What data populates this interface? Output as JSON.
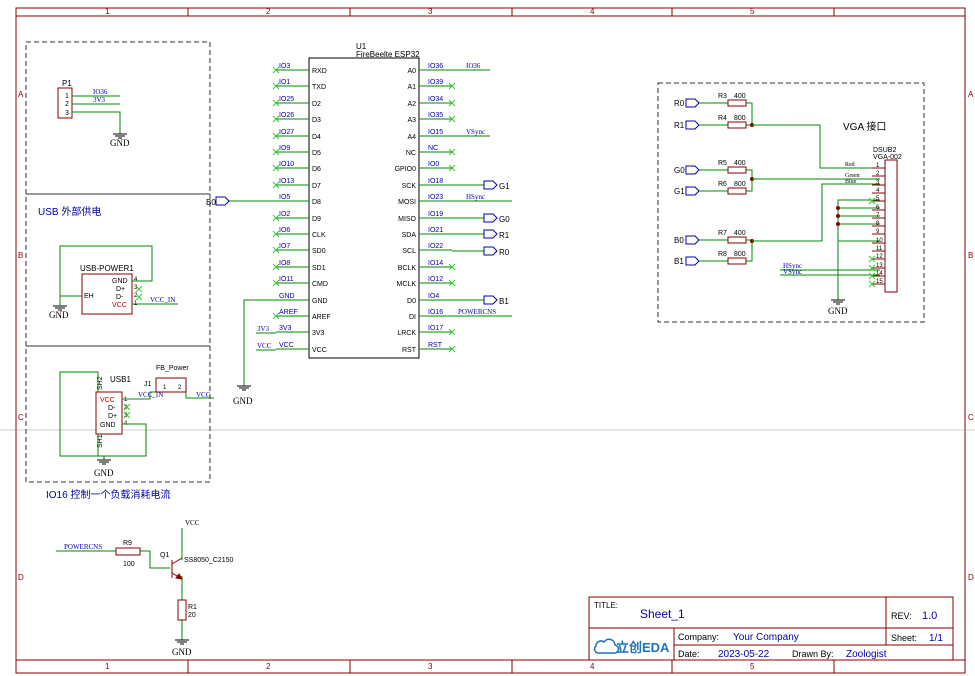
{
  "frame": {
    "col_labels": [
      "1",
      "2",
      "3",
      "4",
      "5"
    ],
    "row_labels": [
      "A",
      "B",
      "C",
      "D"
    ]
  },
  "u1": {
    "ref": "U1",
    "name": "FireBeelte ESP32",
    "left_nets": [
      "IO3",
      "IO1",
      "IO25",
      "IO26",
      "IO27",
      "IO9",
      "IO10",
      "IO13",
      "IO5",
      "IO2",
      "IO6",
      "IO7",
      "IO8",
      "IO11",
      "GND",
      "AREF",
      "3V3",
      "VCC"
    ],
    "left_pins": [
      "RXD",
      "TXD",
      "D2",
      "D3",
      "D4",
      "D5",
      "D6",
      "D7",
      "D8",
      "D9",
      "CLK",
      "SD0",
      "SD1",
      "CMD",
      "GND",
      "AREF",
      "3V3",
      "VCC"
    ],
    "right_nets": [
      "IO36",
      "IO39",
      "IO34",
      "IO35",
      "IO15",
      "NC",
      "IO0",
      "IO18",
      "IO23",
      "IO19",
      "IO21",
      "IO22",
      "IO14",
      "IO12",
      "IO4",
      "IO16",
      "IO17",
      "RST"
    ],
    "right_pins": [
      "A0",
      "A1",
      "A2",
      "A3",
      "A4",
      "NC",
      "GPIO0",
      "SCK",
      "MOSI",
      "MISO",
      "SDA",
      "SCL",
      "BCLK",
      "MCLK",
      "D0",
      "DI",
      "LRCK",
      "RST"
    ],
    "ext_io36": "IO36",
    "ext_3v3": "3V3",
    "ext_vcc": "VCC",
    "gnd": "GND",
    "vsync": "VSync",
    "hsync": "HSync",
    "powercns": "POWERCNS",
    "port_b0": "B0",
    "port_g1": "G1",
    "port_g0": "G0",
    "port_r1": "R1",
    "port_r0": "R0",
    "port_b1": "B1"
  },
  "p1": {
    "ref": "P1",
    "pins": [
      "1",
      "2",
      "3"
    ],
    "net_io36": "IO36",
    "net_3v3": "3V3",
    "gnd": "GND"
  },
  "usb_power": {
    "title": "USB 外部供电",
    "ref": "USB-POWER1",
    "pins": [
      "GND",
      "D+",
      "D-",
      "VCC"
    ],
    "pin_nums": [
      "4",
      "3",
      "2",
      "1"
    ],
    "eh": "EH",
    "net_vcc_in": "VCC_IN",
    "gnd": "GND"
  },
  "usb1": {
    "ref": "USB1",
    "pins": [
      "VCC",
      "D-",
      "D+",
      "GND"
    ],
    "pin_nums": [
      "1",
      "2",
      "3",
      "4"
    ],
    "sh1": "SH1",
    "sh2": "SH2",
    "gnd": "GND",
    "j1": "J1",
    "fb": "FB_Power",
    "j1_pins": [
      "1",
      "2"
    ],
    "net_vcc_in": "VCC_IN",
    "net_vcc": "VCC"
  },
  "load": {
    "title": "IO16 控制一个负载消耗电流",
    "net_powercns": "POWERCNS",
    "vcc": "VCC",
    "r9": "R9",
    "r9_val": "100",
    "q1": "Q1",
    "q1_part": "SS8050_C2150",
    "r1": "R1",
    "r1_val": "20",
    "gnd": "GND"
  },
  "vga": {
    "title": "VGA 接口",
    "resistors": [
      {
        "ref": "R3",
        "val": "400"
      },
      {
        "ref": "R4",
        "val": "800"
      },
      {
        "ref": "R5",
        "val": "400"
      },
      {
        "ref": "R6",
        "val": "800"
      },
      {
        "ref": "R7",
        "val": "400"
      },
      {
        "ref": "R8",
        "val": "800"
      }
    ],
    "ports": [
      "R0",
      "R1",
      "G0",
      "G1",
      "B0",
      "B1"
    ],
    "conn_ref": "DSUB2",
    "conn_part": "VGA-002",
    "color_nets": [
      "Red",
      "Green",
      "Blue"
    ],
    "pin_nums": [
      "1",
      "2",
      "3",
      "4",
      "5",
      "6",
      "7",
      "8",
      "9",
      "10",
      "11",
      "12",
      "13",
      "14",
      "15"
    ],
    "sync_nets": [
      "HSync",
      "VSync"
    ],
    "gnd": "GND"
  },
  "title_block": {
    "title_label": "TITLE:",
    "title": "Sheet_1",
    "rev_label": "REV:",
    "rev": "1.0",
    "company_label": "Company:",
    "company": "Your Company",
    "sheet_label": "Sheet:",
    "sheet": "1/1",
    "date_label": "Date:",
    "date": "2023-05-22",
    "drawn_label": "Drawn By:",
    "drawn": "Zoologist",
    "logo": "立创EDA"
  },
  "colors": {
    "wire": "#008800",
    "part": "#880000",
    "text_blue": "#0000aa",
    "pin_red": "#c00000",
    "noconn": "#33cc33"
  }
}
